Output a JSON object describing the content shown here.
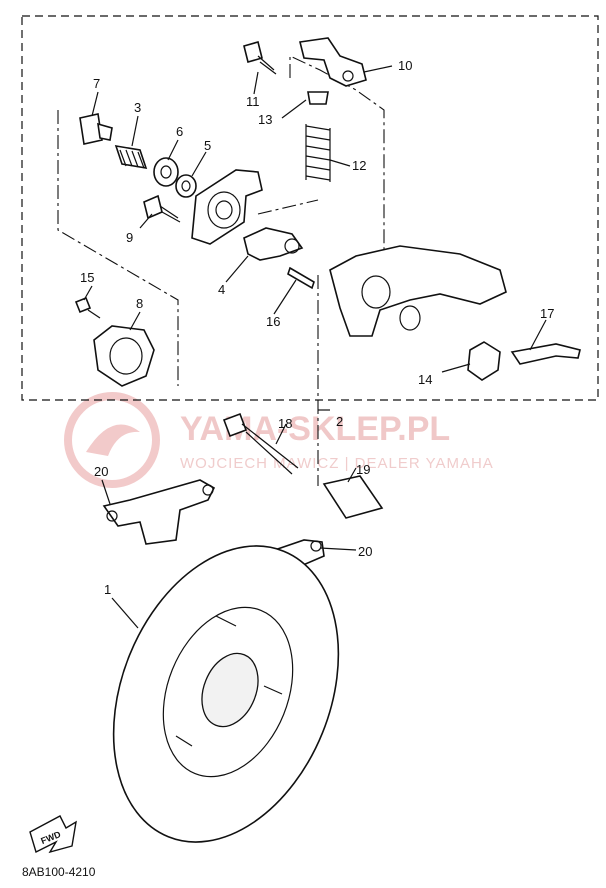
{
  "diagram": {
    "drawing_code": "8AB100-4210",
    "fwd_label": "FWD",
    "watermark": {
      "title": "YAMA-SKLEP.PL",
      "subtitle": "WOJCIECH MAWICZ | DEALER YAMAHA"
    },
    "callouts": [
      "1",
      "2",
      "3",
      "4",
      "5",
      "6",
      "7",
      "8",
      "9",
      "10",
      "11",
      "12",
      "13",
      "14",
      "15",
      "16",
      "17",
      "18",
      "19",
      "20",
      "20"
    ]
  }
}
